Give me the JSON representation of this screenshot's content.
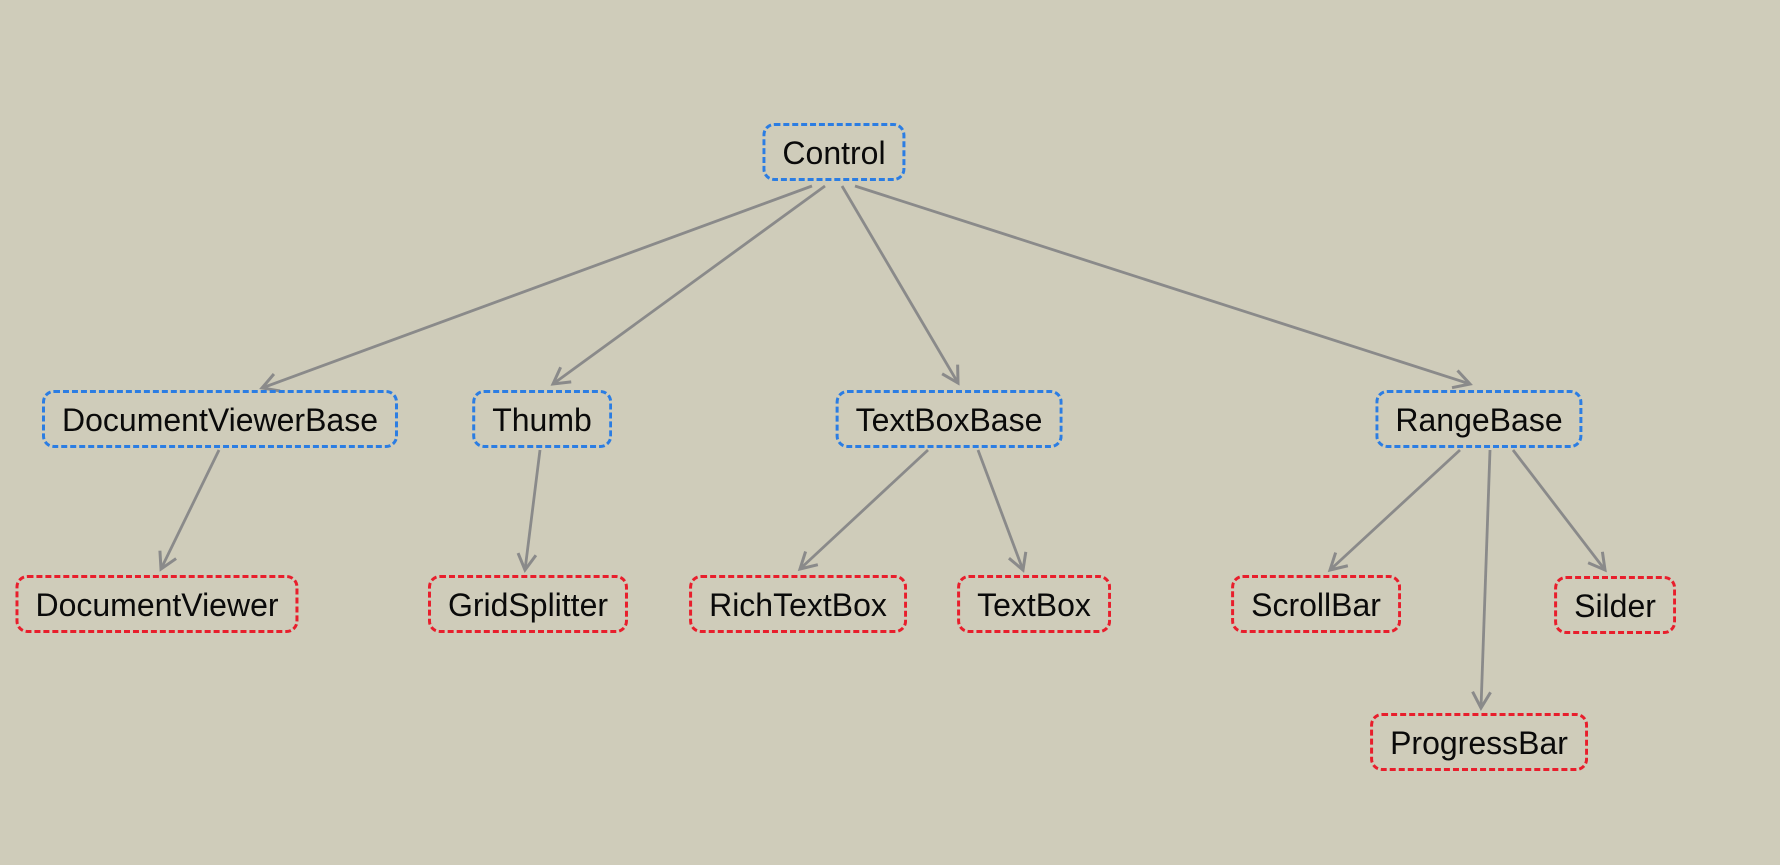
{
  "diagram": {
    "type": "class-hierarchy-tree",
    "colors": {
      "background": "#cfccba",
      "base_class_border": "#2b7de3",
      "derived_class_border": "#e81e2c",
      "arrow": "#8a8a8a",
      "text": "#0a0a0a"
    },
    "nodes": {
      "control": {
        "label": "Control",
        "kind": "base"
      },
      "document_viewer_base": {
        "label": "DocumentViewerBase",
        "kind": "base"
      },
      "thumb": {
        "label": "Thumb",
        "kind": "base"
      },
      "text_box_base": {
        "label": "TextBoxBase",
        "kind": "base"
      },
      "range_base": {
        "label": "RangeBase",
        "kind": "base"
      },
      "document_viewer": {
        "label": "DocumentViewer",
        "kind": "derived"
      },
      "grid_splitter": {
        "label": "GridSplitter",
        "kind": "derived"
      },
      "rich_text_box": {
        "label": "RichTextBox",
        "kind": "derived"
      },
      "text_box": {
        "label": "TextBox",
        "kind": "derived"
      },
      "scroll_bar": {
        "label": "ScrollBar",
        "kind": "derived"
      },
      "silder": {
        "label": "Silder",
        "kind": "derived"
      },
      "progress_bar": {
        "label": "ProgressBar",
        "kind": "derived"
      }
    },
    "edges": [
      {
        "from": "Control",
        "to": "DocumentViewerBase"
      },
      {
        "from": "Control",
        "to": "Thumb"
      },
      {
        "from": "Control",
        "to": "TextBoxBase"
      },
      {
        "from": "Control",
        "to": "RangeBase"
      },
      {
        "from": "DocumentViewerBase",
        "to": "DocumentViewer"
      },
      {
        "from": "Thumb",
        "to": "GridSplitter"
      },
      {
        "from": "TextBoxBase",
        "to": "RichTextBox"
      },
      {
        "from": "TextBoxBase",
        "to": "TextBox"
      },
      {
        "from": "RangeBase",
        "to": "ScrollBar"
      },
      {
        "from": "RangeBase",
        "to": "Silder"
      },
      {
        "from": "RangeBase",
        "to": "ProgressBar"
      }
    ]
  }
}
